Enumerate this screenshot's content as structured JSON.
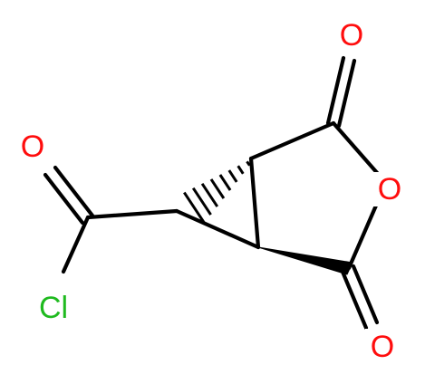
{
  "atoms": {
    "O1": {
      "symbol": "O",
      "color": "#ff0d0d"
    },
    "O2": {
      "symbol": "O",
      "color": "#ff0d0d"
    },
    "O3": {
      "symbol": "O",
      "color": "#ff0d0d"
    },
    "O4": {
      "symbol": "O",
      "color": "#ff0d0d"
    },
    "Cl": {
      "symbol": "Cl",
      "color": "#1fba1f"
    }
  },
  "colors": {
    "bond": "#000000",
    "oxygen": "#ff0d0d",
    "chlorine": "#1fba1f"
  }
}
